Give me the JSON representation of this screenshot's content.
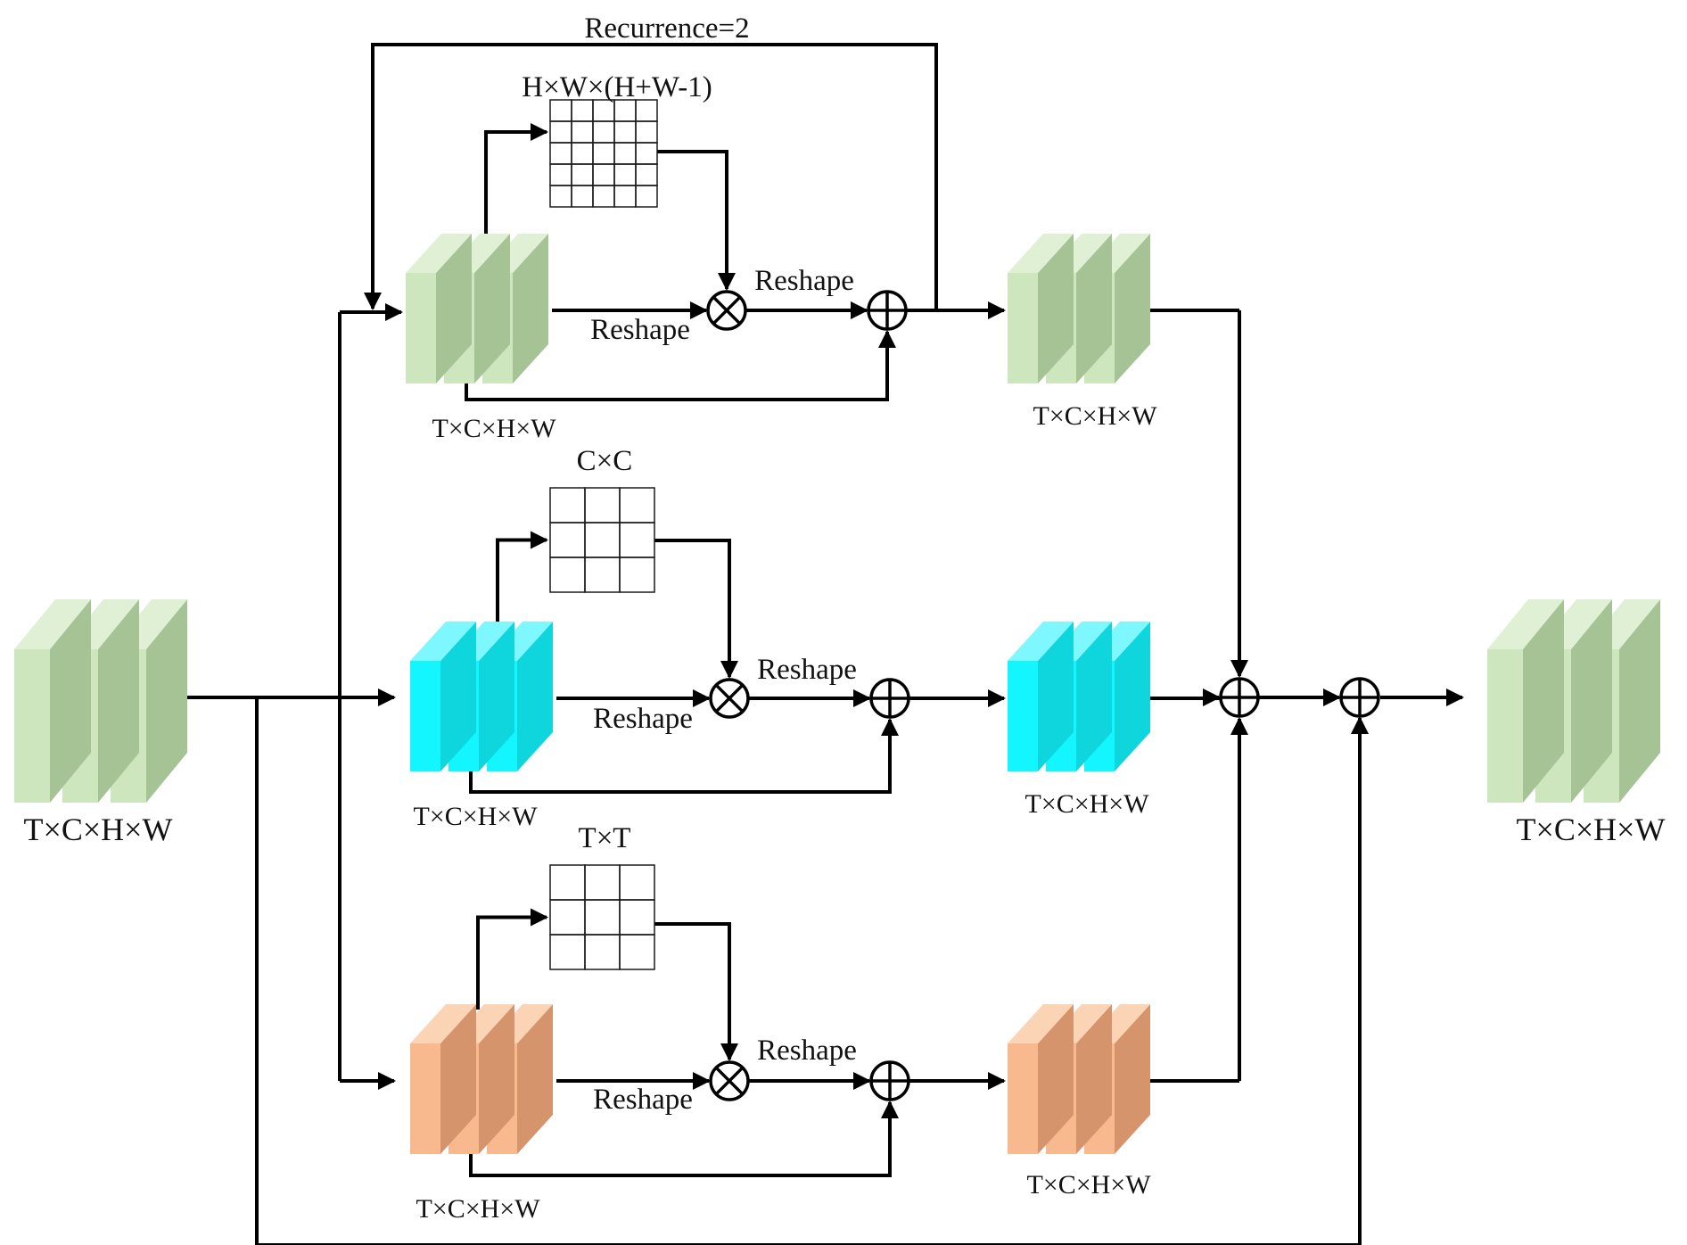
{
  "recurrence_label": "Recurrence=2",
  "reshape_label": "Reshape",
  "input": {
    "label": "T×C×H×W"
  },
  "output": {
    "label": "T×C×H×W"
  },
  "branches": [
    {
      "id": "spatial",
      "input_label": "T×C×H×W",
      "output_label": "T×C×H×W",
      "attention_map_label": "H×W×(H+W-1)",
      "colors": {
        "front": "#cde6bd",
        "side": "#a6c396",
        "top": "#e0f0d4"
      }
    },
    {
      "id": "channel",
      "input_label": "T×C×H×W",
      "output_label": "T×C×H×W",
      "attention_map_label": "C×C",
      "colors": {
        "front": "#13f5ff",
        "side": "#0fd6dd",
        "top": "#7ff7ff"
      }
    },
    {
      "id": "temporal",
      "input_label": "T×C×H×W",
      "output_label": "T×C×H×W",
      "attention_map_label": "T×T",
      "colors": {
        "front": "#f7b98d",
        "side": "#d6946c",
        "top": "#fbd4b6"
      }
    }
  ],
  "maps": {
    "spatial_cells": [
      [
        "#ffffff",
        "#ffffff",
        "#b1d199",
        "#ffffff",
        "#ffffff"
      ],
      [
        "#ffffff",
        "#ffffff",
        "#709f55",
        "#ffffff",
        "#ffffff"
      ],
      [
        "#90b77b",
        "#709f55",
        "#3f6e2e",
        "#709f55",
        "#90b77b"
      ],
      [
        "#ffffff",
        "#ffffff",
        "#709f55",
        "#ffffff",
        "#ffffff"
      ],
      [
        "#ffffff",
        "#ffffff",
        "#b1d199",
        "#ffffff",
        "#ffffff"
      ]
    ],
    "channel_cells": [
      [
        "#b7fbff",
        "#8cfaff",
        "#b7fbff"
      ],
      [
        "#8cfaff",
        "#d2fdff",
        "#b7fbff"
      ],
      [
        "#b7fbff",
        "#8cfaff",
        "#8cfaff"
      ]
    ],
    "temporal_cells": [
      [
        "#f5e1d6",
        "#efcbb1",
        "#efd3c1"
      ],
      [
        "#f2dccd",
        "#f9ece4",
        "#efcdb6"
      ],
      [
        "#efcfb9",
        "#efd8c9",
        "#f2b283"
      ]
    ]
  },
  "colors": {
    "line": "#000000",
    "input_front": "#cde6bd",
    "input_side": "#a6c396"
  }
}
